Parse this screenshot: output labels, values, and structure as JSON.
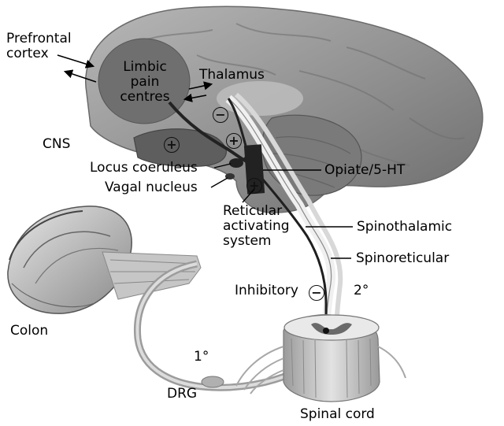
{
  "labels": {
    "prefrontal_cortex": "Prefrontal\ncortex",
    "limbic_pain_centres": "Limbic\npain\ncentres",
    "thalamus": "Thalamus",
    "cns": "CNS",
    "locus_coeruleus": "Locus coeruleus",
    "vagal_nucleus": "Vagal nucleus",
    "opiate_5ht": "Opiate/5-HT",
    "reticular_activating_system": "Reticular\nactivating\nsystem",
    "spinothalamic": "Spinothalamic",
    "spinoreticular": "Spinoreticular",
    "inhibitory": "Inhibitory",
    "second_order": "2°",
    "first_order": "1°",
    "colon": "Colon",
    "drg": "DRG",
    "spinal_cord": "Spinal cord"
  },
  "symbols": {
    "plus": "+",
    "minus": "−"
  },
  "colors": {
    "background": "#ffffff",
    "brain": "#8e8e8e",
    "limbic": "#6f6f6f",
    "pathway_dark": "#1f1f1f"
  }
}
